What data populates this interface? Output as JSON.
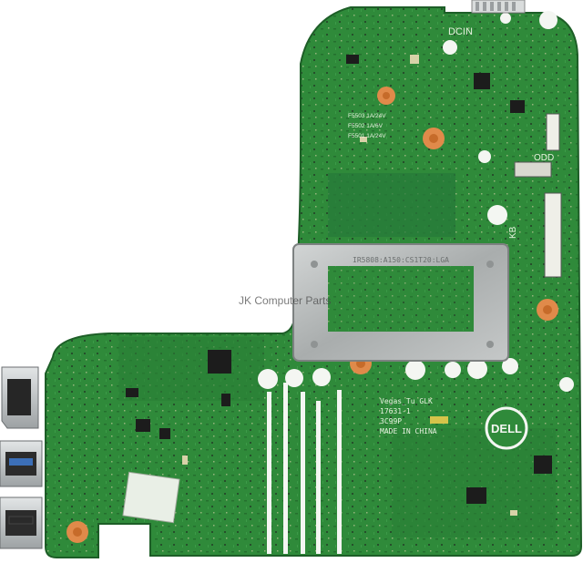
{
  "watermark": "JK Computer Parts",
  "connectors": {
    "dc_in": "DCIN",
    "odd": "ODD",
    "kb": "KB"
  },
  "fuse_labels": [
    "F5503 1A/24V",
    "F5502 1A/6V",
    "F5501 1A/24V"
  ],
  "silkscreen": {
    "line1": "Vegas_Tu  GLK",
    "line2": "17631-1",
    "line3": "3C99P",
    "line4": "MADE IN CHINA"
  },
  "logo_text": "DELL",
  "colors": {
    "pcb_green": "#2f8a3a",
    "pcb_dark": "#216b2c",
    "mounting_ring": "#e08a4a",
    "shield_metal": "#b9bcbc",
    "usb_metal": "#c8cccd",
    "white": "#ffffff"
  }
}
